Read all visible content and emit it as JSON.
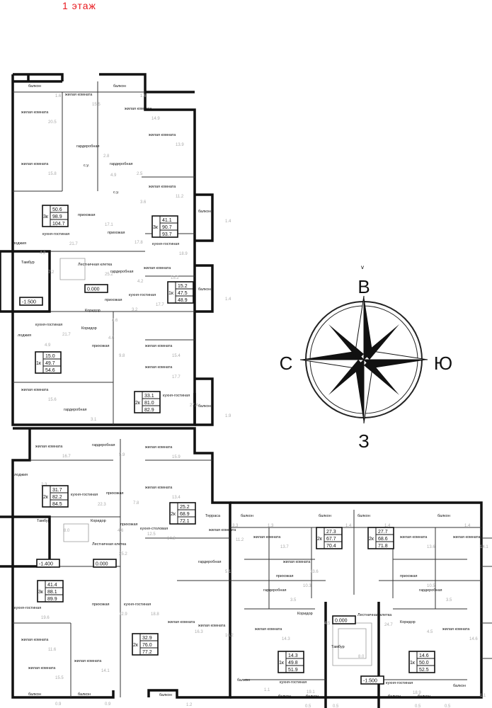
{
  "title": "1 этаж",
  "compass": {
    "north": "В",
    "west": "С",
    "east": "Ю",
    "south": "З",
    "marker": "v"
  },
  "apartments": [
    {
      "type": "3к",
      "living": "50.6",
      "total": "98.9",
      "full": "104.7"
    },
    {
      "type": "3к",
      "living": "41.1",
      "total": "90.7",
      "full": "93.7"
    },
    {
      "type": "1к",
      "living": "15.2",
      "total": "47.5",
      "full": "48.9"
    },
    {
      "type": "1к",
      "living": "15.0",
      "total": "49.7",
      "full": "54.6"
    },
    {
      "type": "2к",
      "living": "33.1",
      "total": "81.0",
      "full": "82.9"
    },
    {
      "type": "2к",
      "living": "31.7",
      "total": "82.2",
      "full": "84.5"
    },
    {
      "type": "2к",
      "living": "25.2",
      "total": "68.9",
      "full": "72.1"
    },
    {
      "type": "3к",
      "living": "41.4",
      "total": "88.1",
      "full": "89.9"
    },
    {
      "type": "2к",
      "living": "32.9",
      "total": "76.0",
      "full": "77.2"
    },
    {
      "type": "2к",
      "living": "27.3",
      "total": "67.7",
      "full": "70.4"
    },
    {
      "type": "2к",
      "living": "27.7",
      "total": "68.6",
      "full": "71.8"
    },
    {
      "type": "1к",
      "living": "14.3",
      "total": "49.8",
      "full": "51.9"
    },
    {
      "type": "1к",
      "living": "14.6",
      "total": "50.0",
      "full": "52.5"
    }
  ],
  "elevations": [
    "-1.500",
    "0.000",
    "-1.400",
    "0.000",
    "0.000",
    "-1.500"
  ],
  "rooms": [
    {
      "name": "балкон",
      "area": "1.6"
    },
    {
      "name": "балкон",
      "area": "1.6"
    },
    {
      "name": "жилая комната",
      "area": "20.5"
    },
    {
      "name": "жилая комната",
      "area": "15.5"
    },
    {
      "name": "жилая комната",
      "area": "14.9"
    },
    {
      "name": "жилая комната",
      "area": "15.8"
    },
    {
      "name": "жилая комната",
      "area": "13.9"
    },
    {
      "name": "жилая комната",
      "area": "11.2"
    },
    {
      "name": "гардеробная",
      "area": "2.8"
    },
    {
      "name": "гардеробная",
      "area": "2.5"
    },
    {
      "name": "с.у.",
      "area": "4.9"
    },
    {
      "name": "с.у.",
      "area": "3.6"
    },
    {
      "name": "прихожая",
      "area": "17.1"
    },
    {
      "name": "прихожая",
      "area": "17.8"
    },
    {
      "name": "лоджия",
      "area": "4.2"
    },
    {
      "name": "кухня-гостиная",
      "area": "21.7"
    },
    {
      "name": "кухня-гостиная",
      "area": "18.9"
    },
    {
      "name": "балкон",
      "area": "1.4"
    },
    {
      "name": "Коридор",
      "area": "4.6"
    },
    {
      "name": "Тамбур",
      "area": "7.2"
    },
    {
      "name": "Лестничная клетка",
      "area": "25.2"
    },
    {
      "name": "гардеробная",
      "area": "4.2"
    },
    {
      "name": "жилая комната",
      "area": "15.2"
    },
    {
      "name": "прихожая",
      "area": "3.2"
    },
    {
      "name": "кухня-гостиная",
      "area": "17.7"
    },
    {
      "name": "балкон",
      "area": "1.4"
    },
    {
      "name": "Коридор",
      "area": "4.6"
    },
    {
      "name": "кухня-гостиная",
      "area": "21.7"
    },
    {
      "name": "лоджия",
      "area": "4.9"
    },
    {
      "name": "прихожая",
      "area": "9.8"
    },
    {
      "name": "жилая комната",
      "area": "15.4"
    },
    {
      "name": "жилая комната",
      "area": "17.7"
    },
    {
      "name": "жилая комната",
      "area": "15.6"
    },
    {
      "name": "гардеробная",
      "area": "3.1"
    },
    {
      "name": "кухня-гостиная",
      "area": "27.4"
    },
    {
      "name": "балкон",
      "area": "1.9"
    },
    {
      "name": "жилая комната",
      "area": "16.7"
    },
    {
      "name": "жилая комната",
      "area": "15.9"
    },
    {
      "name": "гардеробная",
      "area": "5.9"
    },
    {
      "name": "лоджия",
      "area": "2.3"
    },
    {
      "name": "кухня-гостиная",
      "area": "22.3"
    },
    {
      "name": "прихожая",
      "area": "7.8"
    },
    {
      "name": "жилая комната",
      "area": "13.4"
    },
    {
      "name": "кухня-столовая",
      "area": "14.2"
    },
    {
      "name": "Терраса",
      "area": "3.3"
    },
    {
      "name": "Тамбур",
      "area": "8.0"
    },
    {
      "name": "Коридор",
      "area": "4.6"
    },
    {
      "name": "Лестничная клетка",
      "area": "25.2"
    },
    {
      "name": "кухня-гостиная",
      "area": "19.6"
    },
    {
      "name": "прихожая",
      "area": "12.9"
    },
    {
      "name": "жилая комната",
      "area": "11.6"
    },
    {
      "name": "жилая комната",
      "area": "15.5"
    },
    {
      "name": "жилая комната",
      "area": "14.1"
    },
    {
      "name": "балкон",
      "area": "0.9"
    },
    {
      "name": "балкон",
      "area": "0.9"
    },
    {
      "name": "прихожая",
      "area": "12.5"
    },
    {
      "name": "кухня-гостиная",
      "area": "18.8"
    },
    {
      "name": "жилая комната",
      "area": "16.3"
    },
    {
      "name": "жилая комната",
      "area": "16.2"
    },
    {
      "name": "балкон",
      "area": "1.2"
    },
    {
      "name": "гардеробная",
      "area": "5.1"
    },
    {
      "name": "жилая комната",
      "area": "11.2"
    },
    {
      "name": "балкон",
      "area": "1.3"
    },
    {
      "name": "балкон",
      "area": "1.4"
    },
    {
      "name": "балкон",
      "area": "1.4"
    },
    {
      "name": "балкон",
      "area": "1.4"
    },
    {
      "name": "жилая комната",
      "area": "13.7"
    },
    {
      "name": "жилая комната",
      "area": "13.6"
    },
    {
      "name": "жилая комната",
      "area": "13.6"
    },
    {
      "name": "жилая комната",
      "area": "14.1"
    },
    {
      "name": "прихожая",
      "area": "10.3"
    },
    {
      "name": "прихожая",
      "area": "10.5"
    },
    {
      "name": "гардеробная",
      "area": "3.5"
    },
    {
      "name": "гардеробная",
      "area": "3.5"
    },
    {
      "name": "Коридор",
      "area": "4.5"
    },
    {
      "name": "Коридор",
      "area": "4.5"
    },
    {
      "name": "Лестничная клетка",
      "area": "24.7"
    },
    {
      "name": "Тамбур",
      "area": "8.0"
    },
    {
      "name": "жилая комната",
      "area": "14.3"
    },
    {
      "name": "жилая комната",
      "area": "14.6"
    },
    {
      "name": "кухня-гостиная",
      "area": "19.1"
    },
    {
      "name": "кухня-гостиная",
      "area": "18.9"
    },
    {
      "name": "балкон",
      "area": "1.1"
    },
    {
      "name": "балкон",
      "area": "1.1"
    },
    {
      "name": "балкон",
      "area": "0.5"
    },
    {
      "name": "балкон",
      "area": "0.5"
    },
    {
      "name": "балкон",
      "area": "0.5"
    },
    {
      "name": "балкон",
      "area": "0.5"
    }
  ]
}
